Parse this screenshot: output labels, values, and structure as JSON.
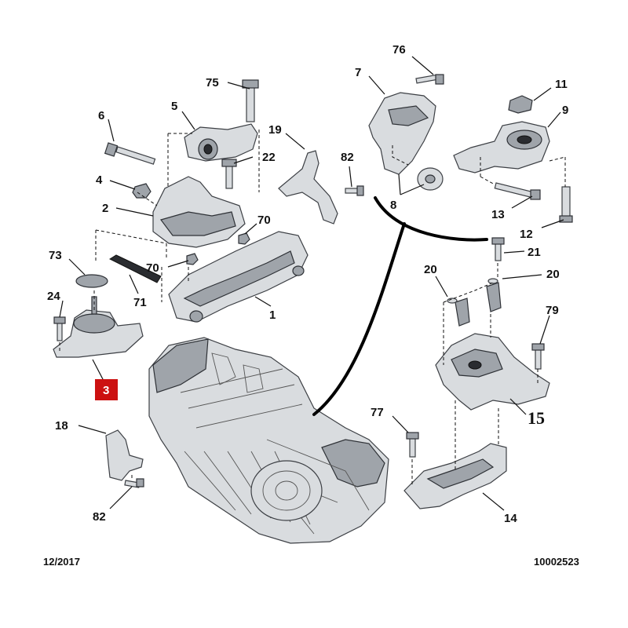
{
  "diagram": {
    "callouts": {
      "c1": "1",
      "c2": "2",
      "c3": "3",
      "c4": "4",
      "c5": "5",
      "c6": "6",
      "c7": "7",
      "c8": "8",
      "c9": "9",
      "c11": "11",
      "c12": "12",
      "c13": "13",
      "c14": "14",
      "c15": "15",
      "c18": "18",
      "c19": "19",
      "c20a": "20",
      "c20b": "20",
      "c21": "21",
      "c22": "22",
      "c24": "24",
      "c70a": "70",
      "c70b": "70",
      "c71": "71",
      "c73": "73",
      "c75": "75",
      "c76": "76",
      "c77": "77",
      "c79": "79",
      "c82a": "82",
      "c82b": "82"
    },
    "highlight_color": "#cc1111",
    "footer": {
      "date": "12/2017",
      "reference": "10002523"
    }
  }
}
